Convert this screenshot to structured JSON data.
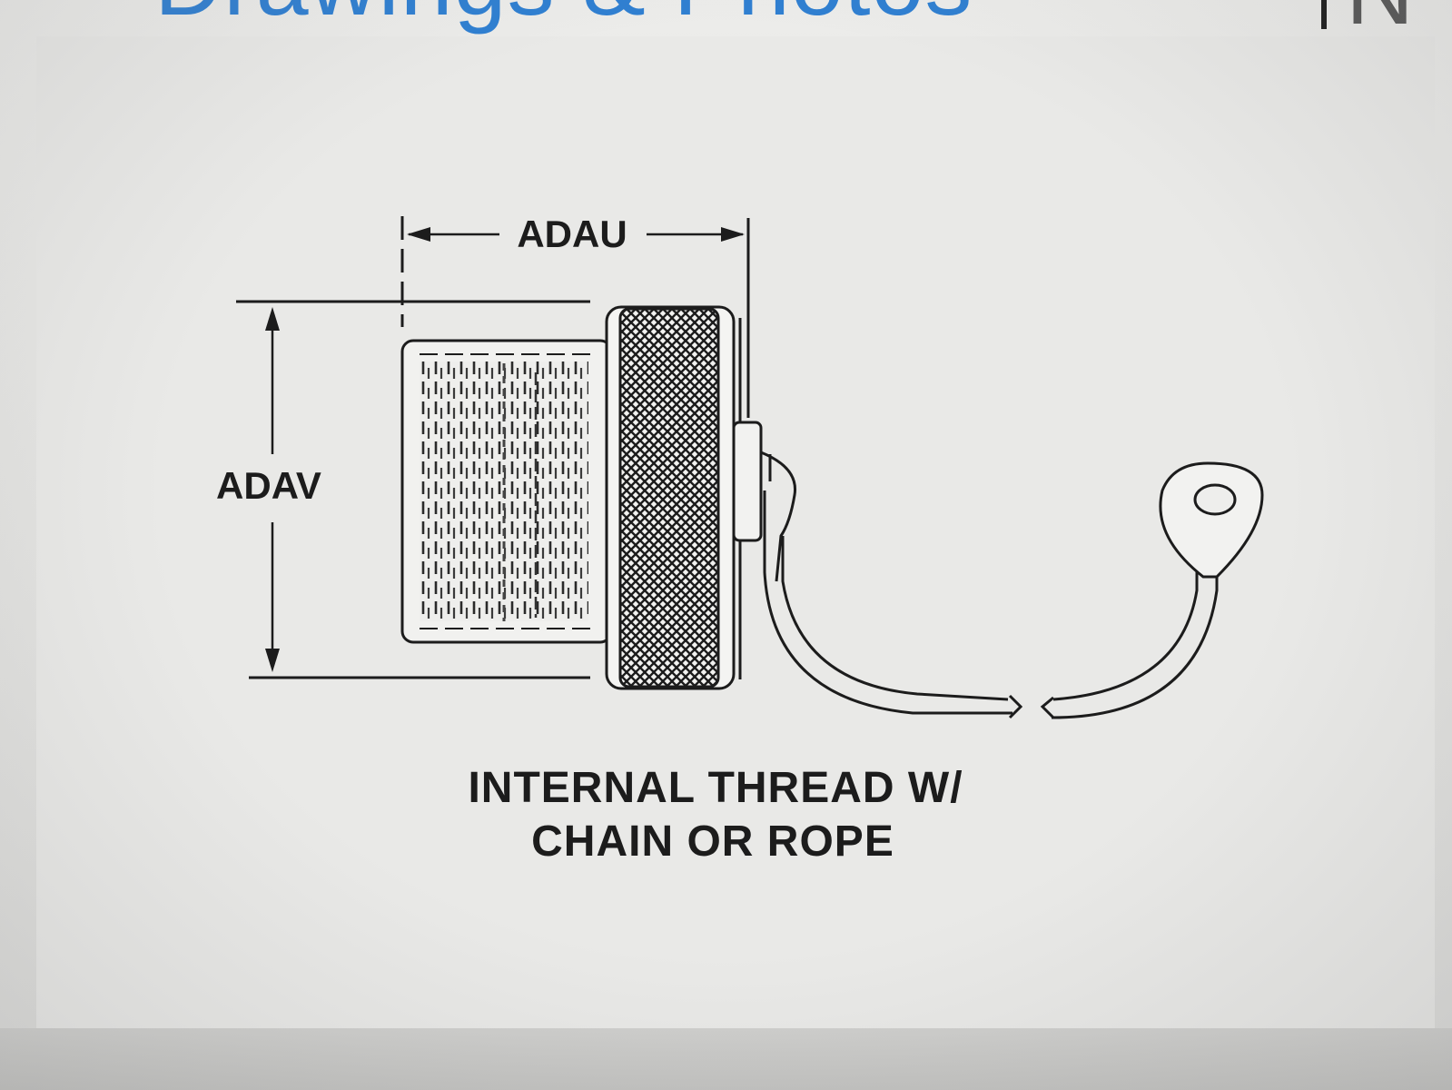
{
  "header": {
    "title": "Drawings & Photos",
    "next_section": "N"
  },
  "drawing": {
    "dimension_width_label": "ADAU",
    "dimension_height_label": "ADAV",
    "caption_line_1": "INTERNAL THREAD W/",
    "caption_line_2": "CHAIN OR ROPE"
  }
}
